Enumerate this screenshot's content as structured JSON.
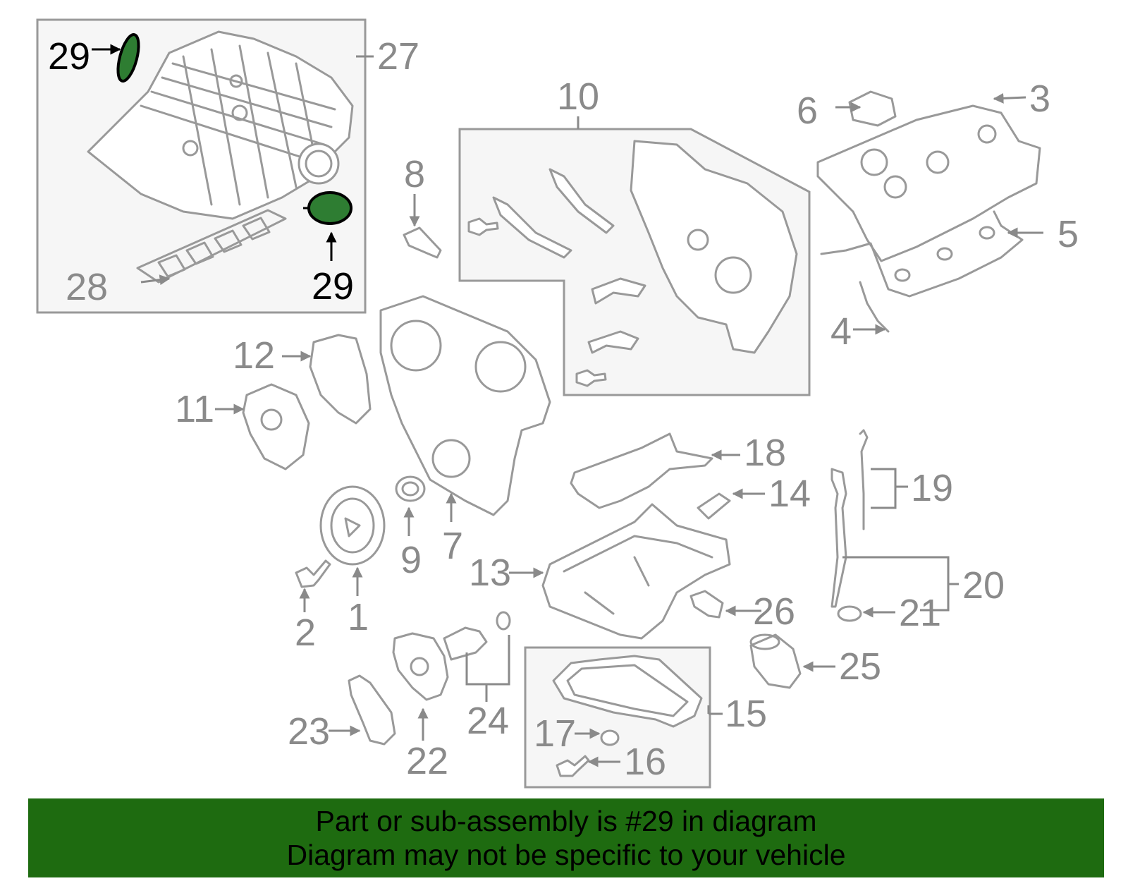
{
  "colors": {
    "highlight_part": "#2e7d32",
    "banner_background": "#1e6b10",
    "callout_text": "#8a8a8a",
    "highlight_callout": "#000000"
  },
  "highlighted_part": "29",
  "callouts": {
    "c1": "1",
    "c2": "2",
    "c3": "3",
    "c4": "4",
    "c5": "5",
    "c6": "6",
    "c7": "7",
    "c8": "8",
    "c9": "9",
    "c10": "10",
    "c11": "11",
    "c12": "12",
    "c13": "13",
    "c14": "14",
    "c15": "15",
    "c16": "16",
    "c17": "17",
    "c18": "18",
    "c19": "19",
    "c20": "20",
    "c21": "21",
    "c22": "22",
    "c23": "23",
    "c24": "24",
    "c25": "25",
    "c26": "26",
    "c27": "27",
    "c28": "28",
    "c29a": "29",
    "c29b": "29"
  },
  "banner": {
    "line1": "Part or sub-assembly is #29 in diagram",
    "line2": "Diagram may not be specific to your vehicle"
  }
}
